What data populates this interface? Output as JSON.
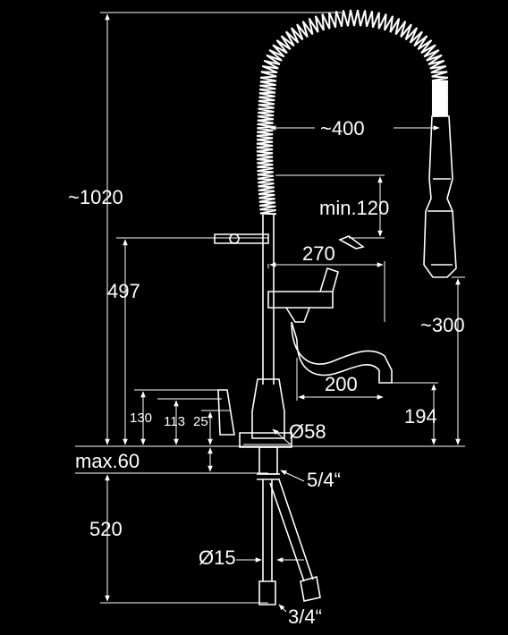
{
  "background": "#000000",
  "line_color": "#ffffff",
  "dimensions": {
    "overall_height": "~1020",
    "spout_reach": "~400",
    "spray_min": "min.120",
    "handle_height": "497",
    "lever_reach": "270",
    "spray_hose": "~300",
    "aerator_reach": "200",
    "aerator_height": "194",
    "base_h1": "130",
    "base_h2": "113",
    "base_h3": "25",
    "base_diameter": "Ø58",
    "deck_thickness": "max.60",
    "shank_thread": "5/4“",
    "below_deck": "520",
    "hose_diameter": "Ø15",
    "hose_connection": "3/4“"
  }
}
